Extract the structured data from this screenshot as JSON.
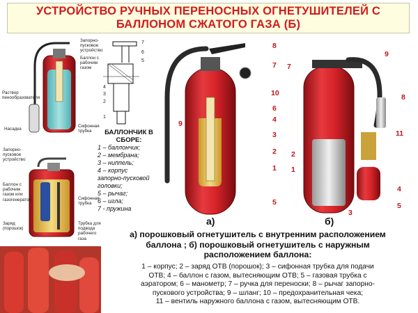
{
  "title": {
    "line1": "УСТРОЙСТВО РУЧНЫХ ПЕРЕНОСНЫХ ОГНЕТУШИТЕЛЕЙ С",
    "line2": "БАЛЛОНОМ СЖАТОГО ГАЗА (Б)"
  },
  "left_diagram_labels": {
    "startup_device": "Запорно-пусковое устройство",
    "gas_cylinder": "Баллон с рабочим газом",
    "foam_solution": "Раствор пенообразователя",
    "nozzle": "Насадка",
    "siphon_tube": "Сифонная трубка"
  },
  "left_diagram2_labels": {
    "startup_device": "Запорно-пусковое устройство",
    "gas_cylinder": "Баллон с рабочим газом или газогенератор",
    "siphon_tube": "Сифонная трубка",
    "charge": "Заряд (порошок)",
    "feed_tube": "Трубка для подвода рабочего газа"
  },
  "assembly": {
    "title_line1": "БАЛЛОНЧИК В",
    "title_line2": "СБОРЕ:",
    "items": [
      "1 – баллончик;",
      "2 – мембрана;",
      "3 – ниппель;",
      "4 – корпус",
      "запорно-пусковой",
      "головки;",
      "5 – рычаг;",
      "6 – игла;",
      "7 - пружина"
    ],
    "part_numbers": [
      "7",
      "6",
      "5",
      "4",
      "3",
      "2",
      "1"
    ]
  },
  "extinguisher_a": {
    "callouts": [
      "8",
      "7",
      "10",
      "6",
      "9",
      "4",
      "3",
      "2",
      "1",
      "5"
    ],
    "label": "а)"
  },
  "extinguisher_b": {
    "callouts": [
      "9",
      "8",
      "7",
      "11",
      "2",
      "1",
      "4",
      "5",
      "3"
    ],
    "label": "б)"
  },
  "caption": {
    "line1": "а) порошковый огнетушитель с внутренним расположением",
    "line2": "баллона ; б) порошковый огнетушитель с наружным",
    "line3": "расположением баллона:"
  },
  "legend": {
    "line1": "1 – корпус; 2 – заряд ОТВ (порошок); 3 – сифонная трубка  для подачи",
    "line2": "ОТВ; 4 – баллон с газом, вытесняющим ОТВ; 5 – газовая трубка с",
    "line3": "аэратором; 6 – манометр; 7 – ручка для переноски; 8 – рычаг запорно-",
    "line4": "пускового устройства; 9 – шланг; 10 – предохранительная чека;",
    "line5": "11 – вентиль наружного баллона с газом, вытесняющим ОТВ."
  },
  "colors": {
    "title_text": "#d01c1c",
    "title_bg": "#fffde0",
    "body_red": "#d8242a",
    "callout_red": "#c0161a",
    "hose": "#2a2a2a",
    "powder": "#e8c24a"
  }
}
